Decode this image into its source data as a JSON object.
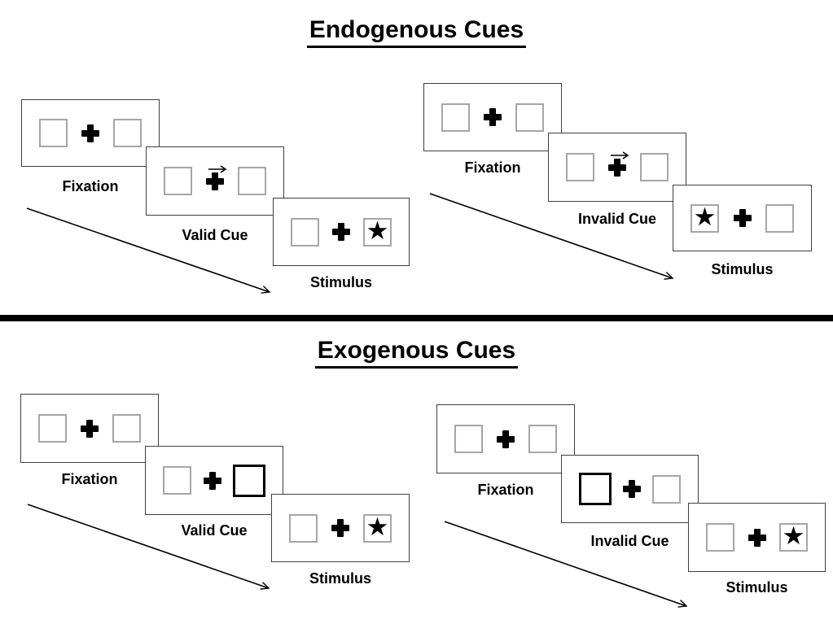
{
  "diagram": {
    "background": "#ffffff",
    "colors": {
      "ink": "#000000",
      "panel_border": "#3f3f3f",
      "square_border": "#a6a6a6",
      "divider": "#000000"
    },
    "icons": {
      "star": "★",
      "fixation_cross": "heavy-plus",
      "endogenous_cue_symbol": "right-arrow-above-cross"
    },
    "sections": [
      {
        "title": "Endogenous Cues",
        "cue_type": "endogenous",
        "trials": [
          {
            "name": "valid",
            "panels": [
              {
                "label": "Fixation",
                "content": "two-empty-boxes-with-central-cross"
              },
              {
                "label": "Valid Cue",
                "content": "right-arrow-above-central-cross",
                "cue_direction": "right"
              },
              {
                "label": "Stimulus",
                "content": "star-in-right-box",
                "star_side": "right"
              }
            ]
          },
          {
            "name": "invalid",
            "panels": [
              {
                "label": "Fixation",
                "content": "two-empty-boxes-with-central-cross"
              },
              {
                "label": "Invalid Cue",
                "content": "right-arrow-above-central-cross",
                "cue_direction": "right"
              },
              {
                "label": "Stimulus",
                "content": "star-in-left-box",
                "star_side": "left"
              }
            ]
          }
        ]
      },
      {
        "title": "Exogenous Cues",
        "cue_type": "exogenous",
        "trials": [
          {
            "name": "valid",
            "panels": [
              {
                "label": "Fixation",
                "content": "two-empty-boxes-with-central-cross"
              },
              {
                "label": "Valid Cue",
                "content": "bold-outline-right-box",
                "cue_side": "right"
              },
              {
                "label": "Stimulus",
                "content": "star-in-right-box",
                "star_side": "right"
              }
            ]
          },
          {
            "name": "invalid",
            "panels": [
              {
                "label": "Fixation",
                "content": "two-empty-boxes-with-central-cross"
              },
              {
                "label": "Invalid Cue",
                "content": "bold-outline-left-box",
                "cue_side": "left"
              },
              {
                "label": "Stimulus",
                "content": "star-in-right-box",
                "star_side": "right"
              }
            ]
          }
        ]
      }
    ]
  }
}
